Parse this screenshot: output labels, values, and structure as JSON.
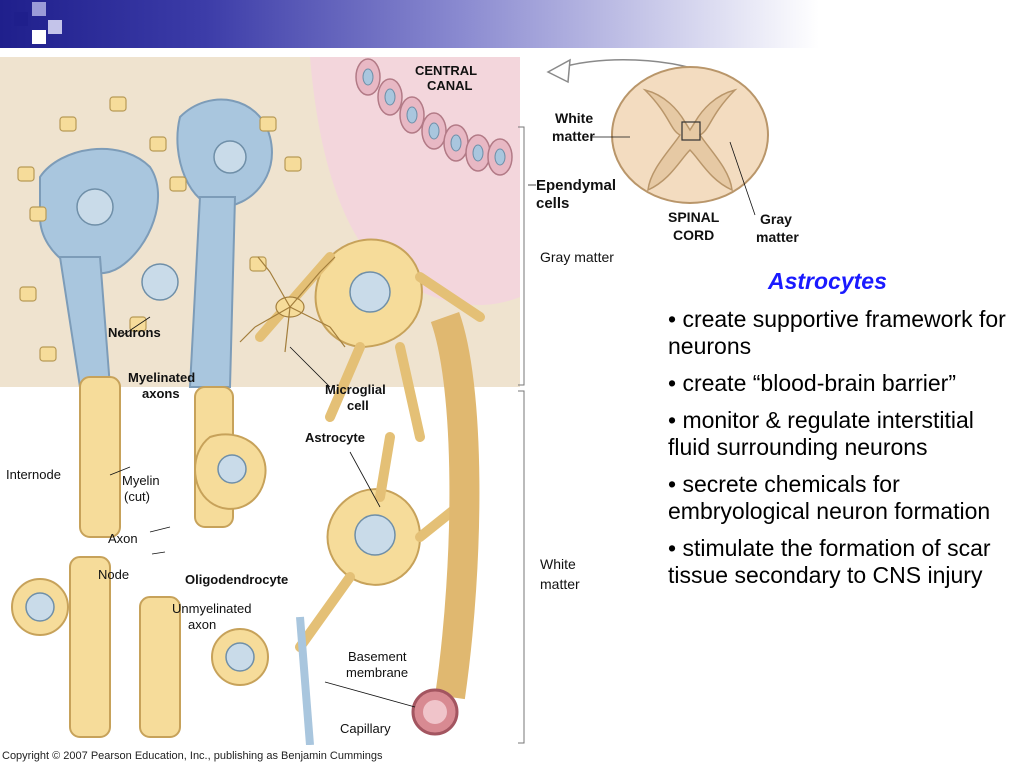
{
  "slide": {
    "title": "Astrocytes",
    "bullets": [
      "• create supportive framework for neurons",
      "• create “blood-brain barrier”",
      "• monitor & regulate interstitial fluid surrounding neurons",
      "• secrete chemicals for embryological neuron formation",
      "• stimulate the formation of scar tissue secondary to CNS injury"
    ]
  },
  "figure": {
    "labels": {
      "central_canal_1": "CENTRAL",
      "central_canal_2": "CANAL",
      "ependymal_1": "Ependymal",
      "ependymal_2": "cells",
      "gray_matter": "Gray matter",
      "neurons": "Neurons",
      "myelinated_1": "Myelinated",
      "myelinated_2": "axons",
      "microglial_1": "Microglial",
      "microglial_2": "cell",
      "astrocyte": "Astrocyte",
      "internode": "Internode",
      "myelin_1": "Myelin",
      "myelin_2": "(cut)",
      "axon": "Axon",
      "node": "Node",
      "oligodendrocyte": "Oligodendrocyte",
      "unmyelinated_1": "Unmyelinated",
      "unmyelinated_2": "axon",
      "basement_1": "Basement",
      "basement_2": "membrane",
      "capillary": "Capillary",
      "white_matter_1": "White",
      "white_matter_2": "matter"
    },
    "spinal_cord": {
      "white_1": "White",
      "white_2": "matter",
      "spinal_1": "SPINAL",
      "spinal_2": "CORD",
      "gray_1": "Gray",
      "gray_2": "matter"
    }
  },
  "footer": {
    "copyright": "Copyright © 2007 Pearson Education, Inc., publishing as Benjamin Cummings"
  },
  "colors": {
    "header_dark": "#1f1f8c",
    "cell_yellow": "#f6dc9a",
    "axon_blue": "#a9c6de",
    "ependymal_pink": "#e8b8c4",
    "title_blue": "#1a1aff"
  }
}
